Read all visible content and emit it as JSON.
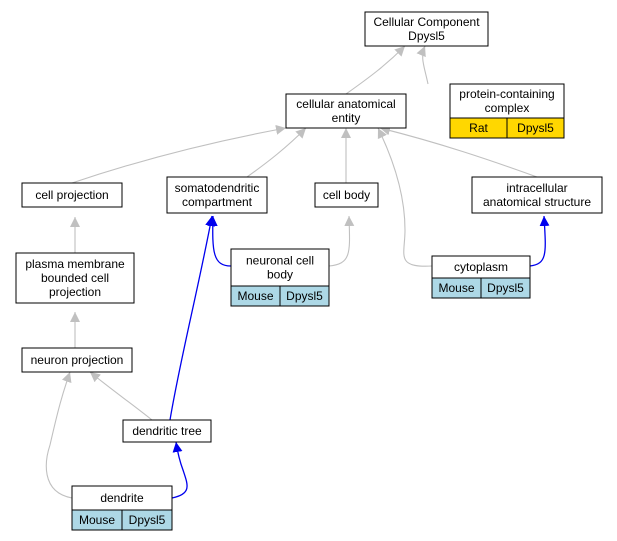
{
  "colors": {
    "edge_is_a": "#c0c0c0",
    "edge_part_of": "#0000ee",
    "rat_fill": "#ffd700",
    "mouse_fill": "#add8e6"
  },
  "nodes": [
    {
      "id": "cellular-component",
      "lines": [
        "Cellular Component",
        "Dpysl5"
      ]
    },
    {
      "id": "protein-containing-complex",
      "lines": [
        "protein-containing",
        "complex"
      ],
      "annotation": {
        "species": "Rat",
        "gene": "Dpysl5",
        "color": "#ffd700"
      }
    },
    {
      "id": "cellular-anatomical-entity",
      "lines": [
        "cellular anatomical",
        "entity"
      ]
    },
    {
      "id": "cell-projection",
      "lines": [
        "cell projection"
      ]
    },
    {
      "id": "somatodendritic-compartment",
      "lines": [
        "somatodendritic",
        "compartment"
      ]
    },
    {
      "id": "cell-body",
      "lines": [
        "cell body"
      ]
    },
    {
      "id": "intracellular-anatomical-structure",
      "lines": [
        "intracellular",
        "anatomical structure"
      ]
    },
    {
      "id": "neuronal-cell-body",
      "lines": [
        "neuronal cell",
        "body"
      ],
      "annotation": {
        "species": "Mouse",
        "gene": "Dpysl5",
        "color": "#add8e6"
      }
    },
    {
      "id": "cytoplasm",
      "lines": [
        "cytoplasm"
      ],
      "annotation": {
        "species": "Mouse",
        "gene": "Dpysl5",
        "color": "#add8e6"
      }
    },
    {
      "id": "plasma-membrane-bounded-cell-projection",
      "lines": [
        "plasma membrane",
        "bounded cell",
        "projection"
      ]
    },
    {
      "id": "neuron-projection",
      "lines": [
        "neuron projection"
      ]
    },
    {
      "id": "dendritic-tree",
      "lines": [
        "dendritic tree"
      ]
    },
    {
      "id": "dendrite",
      "lines": [
        "dendrite"
      ],
      "annotation": {
        "species": "Mouse",
        "gene": "Dpysl5",
        "color": "#add8e6"
      }
    }
  ],
  "edges": [
    {
      "from": "protein-containing-complex",
      "to": "cellular-component",
      "relation": "is_a"
    },
    {
      "from": "cellular-anatomical-entity",
      "to": "cellular-component",
      "relation": "is_a"
    },
    {
      "from": "cell-projection",
      "to": "cellular-anatomical-entity",
      "relation": "is_a"
    },
    {
      "from": "somatodendritic-compartment",
      "to": "cellular-anatomical-entity",
      "relation": "is_a"
    },
    {
      "from": "cell-body",
      "to": "cellular-anatomical-entity",
      "relation": "is_a"
    },
    {
      "from": "intracellular-anatomical-structure",
      "to": "cellular-anatomical-entity",
      "relation": "is_a"
    },
    {
      "from": "cytoplasm",
      "to": "cellular-anatomical-entity",
      "relation": "is_a"
    },
    {
      "from": "neuronal-cell-body",
      "to": "cell-body",
      "relation": "is_a"
    },
    {
      "from": "neuronal-cell-body",
      "to": "somatodendritic-compartment",
      "relation": "part_of"
    },
    {
      "from": "cytoplasm",
      "to": "intracellular-anatomical-structure",
      "relation": "part_of"
    },
    {
      "from": "plasma-membrane-bounded-cell-projection",
      "to": "cell-projection",
      "relation": "is_a"
    },
    {
      "from": "neuron-projection",
      "to": "plasma-membrane-bounded-cell-projection",
      "relation": "is_a"
    },
    {
      "from": "dendritic-tree",
      "to": "neuron-projection",
      "relation": "is_a"
    },
    {
      "from": "dendritic-tree",
      "to": "somatodendritic-compartment",
      "relation": "part_of"
    },
    {
      "from": "dendrite",
      "to": "neuron-projection",
      "relation": "is_a"
    },
    {
      "from": "dendrite",
      "to": "dendritic-tree",
      "relation": "part_of"
    }
  ]
}
